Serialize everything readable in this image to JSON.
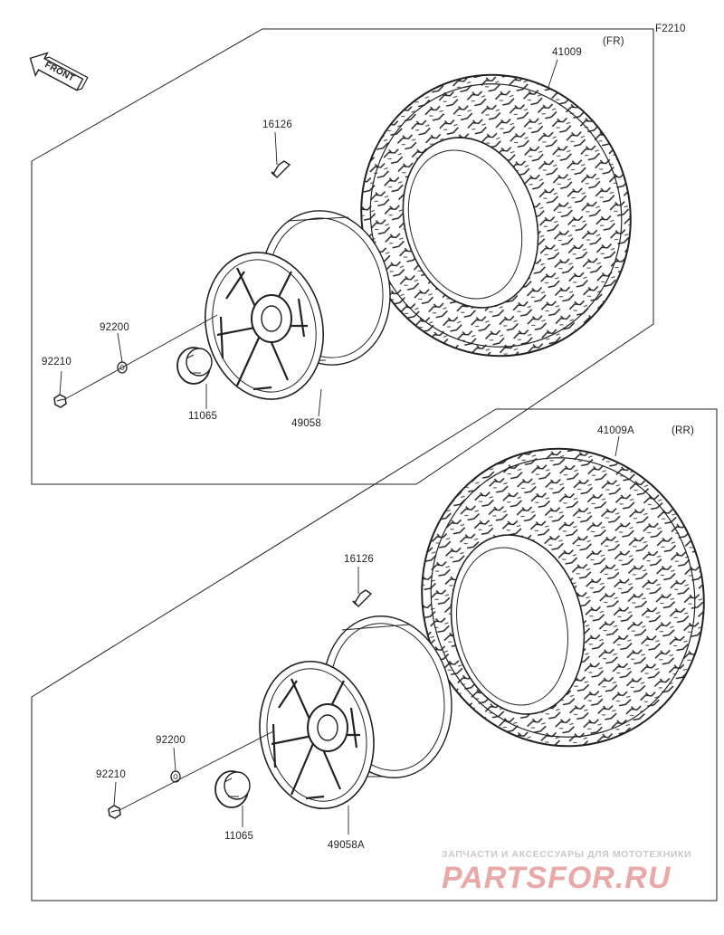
{
  "diagram_code": "F2210",
  "front_label": "FRONT",
  "groups": {
    "front": {
      "position_label": "(FR)",
      "parts": {
        "tire": "41009",
        "valve": "16126",
        "washer": "92200",
        "nut": "92210",
        "cap": "11065",
        "wheel": "49058"
      }
    },
    "rear": {
      "position_label": "(RR)",
      "parts": {
        "tire": "41009A",
        "valve": "16126",
        "washer": "92200",
        "nut": "92210",
        "cap": "11065",
        "wheel": "49058A"
      }
    }
  },
  "watermark": {
    "tagline": "ЗАПЧАСТИ И АКСЕССУАРЫ ДЛЯ МОТОТЕХНИКИ",
    "logo_text": "PARTSFOR.RU"
  },
  "colors": {
    "line": "#222222",
    "watermark_logo": "#e9a9a9",
    "watermark_text": "#c9c9c9"
  }
}
